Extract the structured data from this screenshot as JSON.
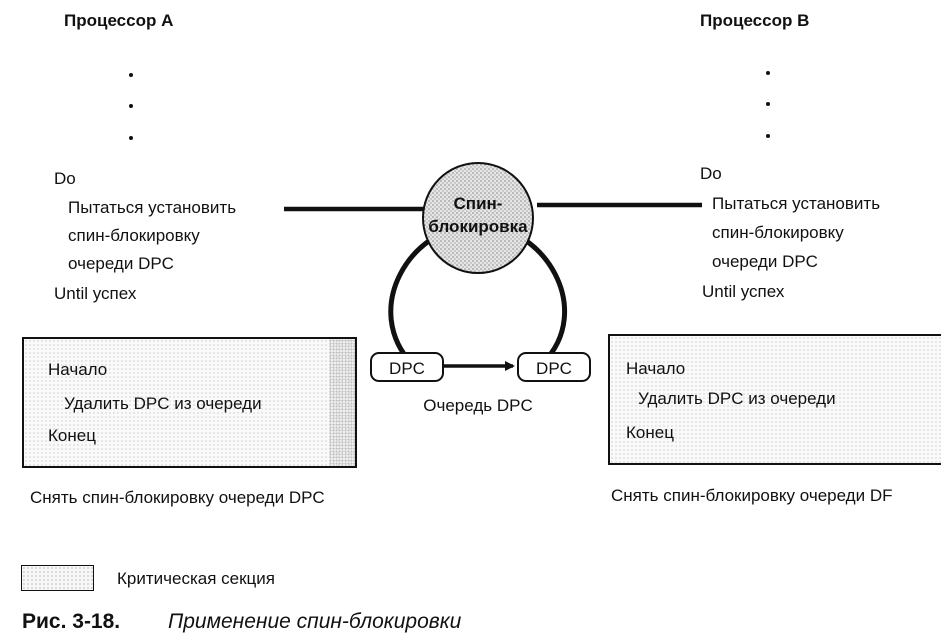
{
  "processor_a": {
    "title": "Процессор А",
    "loop_do": "Do",
    "loop_line1": "Пытаться установить",
    "loop_line2": "спин-блокировку",
    "loop_line3": "очереди DPC",
    "loop_until": "Until успех",
    "critical": {
      "begin": "Начало",
      "action": "Удалить DPC из очереди",
      "end": "Конец"
    },
    "release": "Снять спин-блокировку очереди DPC"
  },
  "processor_b": {
    "title": "Процессор В",
    "loop_do": "Do",
    "loop_line1": "Пытаться установить",
    "loop_line2": "спин-блокировку",
    "loop_line3": "очереди DPC",
    "loop_until": "Until успех",
    "critical": {
      "begin": "Начало",
      "action": "Удалить DPC из очереди",
      "end": "Конец"
    },
    "release": "Снять спин-блокировку очереди DF"
  },
  "spinlock": {
    "line1": "Спин-",
    "line2": "блокировка"
  },
  "queue": {
    "item_left": "DPC",
    "item_right": "DPC",
    "label": "Очередь DPC"
  },
  "legend": {
    "label": "Критическая секция"
  },
  "caption": {
    "number": "Рис. 3-18.",
    "text": "Применение спин-блокировки"
  },
  "colors": {
    "stroke": "#111111",
    "spinlock_fill": "#d9d9d9",
    "critical_fill": "#f2f2f2"
  }
}
